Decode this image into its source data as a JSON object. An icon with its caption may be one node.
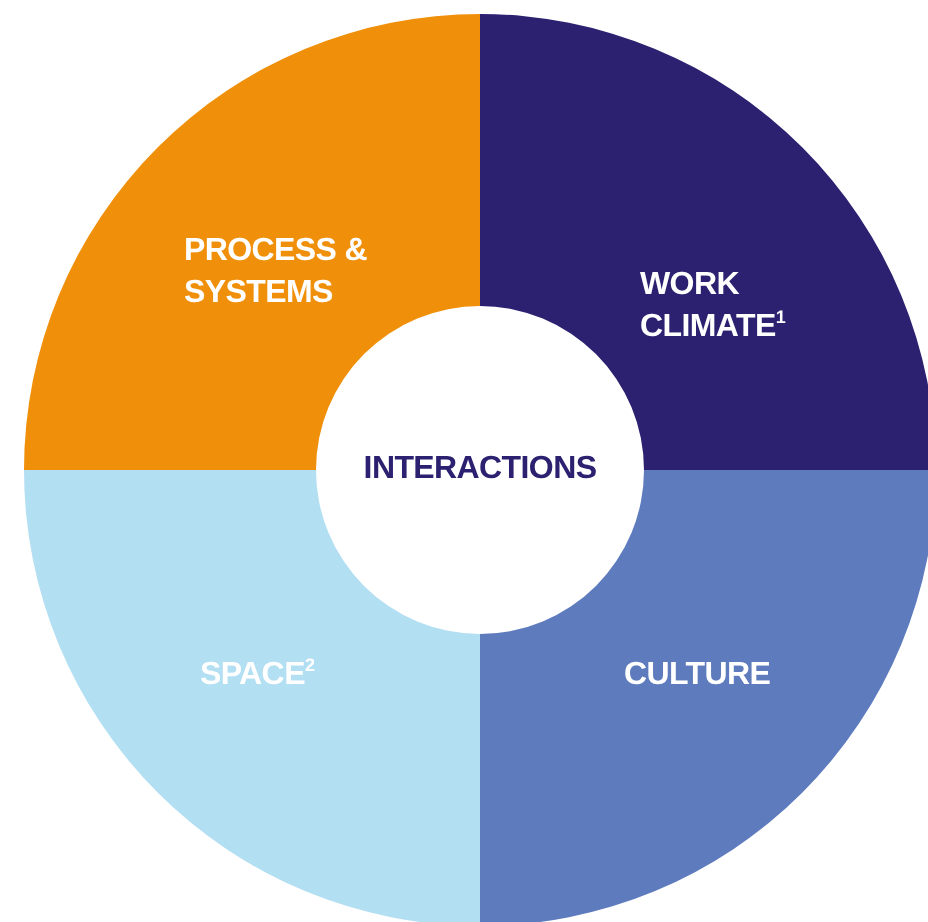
{
  "diagram": {
    "nodes": [
      {
        "text": [
          "PROCESS & SYSTEMS"
        ]
      },
      {
        "text": [
          "WORK CLIMATE$^{1}$"
        ]
      },
      {
        "text": [
          "INTERACTIONS"
        ]
      },
      {
        "text": [
          "SPACE$^{2}$"
        ]
      },
      {
        "text": [
          "CULTURE"
        ]
      }
    ],
    "edges": []
  }
}
